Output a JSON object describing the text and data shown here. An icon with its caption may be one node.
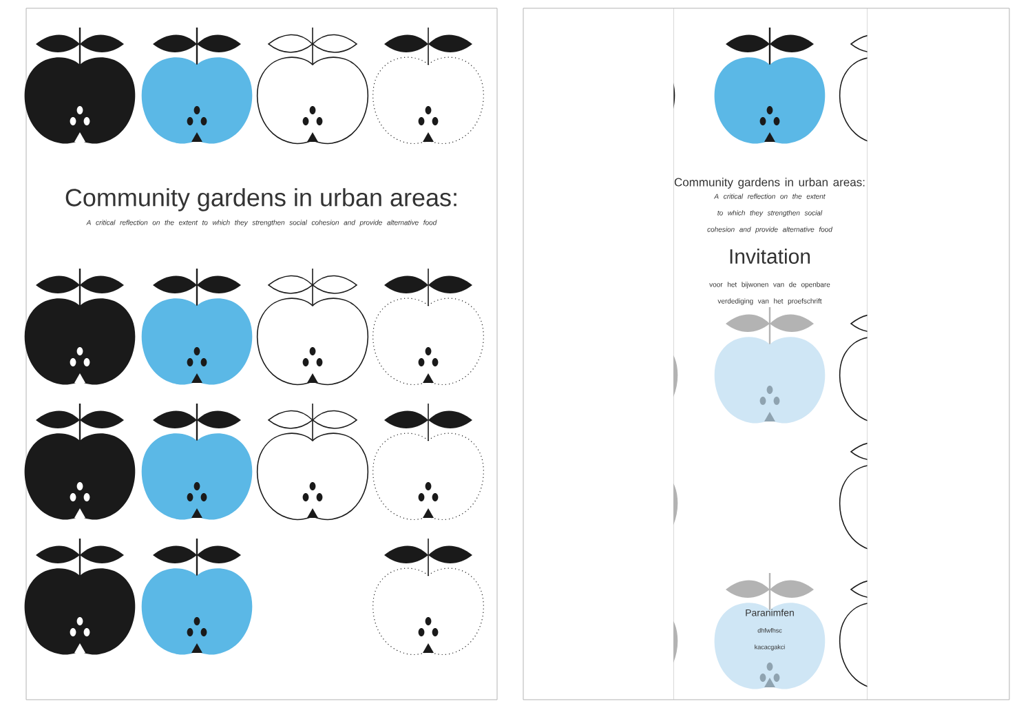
{
  "diagram": {
    "title": "Community gardens in urban areas:",
    "nodes": [
      {
        "text": [
          "Paranimfen",
          "dhfwfhsc",
          "kacacgakci"
        ]
      }
    ],
    "labels": [
      "A critical reflection on the extent to which they strengthen social cohesion and provide alternative food",
      "Community gardens in urban areas:",
      "A critical reflection on the extent to which they strengthen social cohesion and provide alternative food",
      "Invitation",
      "voor het bijwonen van de openbare verdediging van het proefschrift"
    ]
  }
}
